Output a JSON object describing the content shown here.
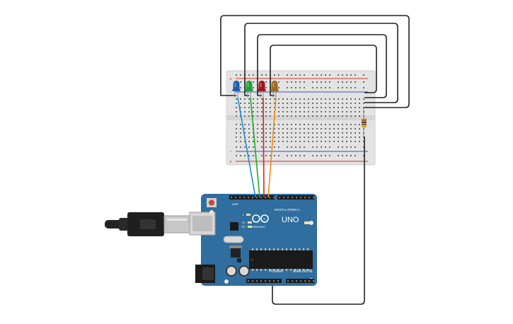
{
  "board": {
    "brand": "ARDUINO",
    "model": "UNO",
    "digital_label": "DIGITAL (PWM~)",
    "power_label": "POWER",
    "analog_label": "ANALOG IN",
    "led_l": "L",
    "led_tx": "TX",
    "led_rx": "RX",
    "aref_label": "AREF",
    "gnd_label": "GND"
  },
  "breadboard": {
    "plus": "+",
    "minus": "-"
  },
  "leds": [
    {
      "color_name": "blue",
      "body": "#1e5fa8",
      "wire": "#1a8fd6"
    },
    {
      "color_name": "green",
      "body": "#1e9e3a",
      "wire": "#22a82a"
    },
    {
      "color_name": "red",
      "body": "#a3141c",
      "wire": "#e02020"
    },
    {
      "color_name": "orange",
      "body": "#9c6a1a",
      "wire": "#f08a10"
    }
  ],
  "colors": {
    "board": "#2f6e9e",
    "breadboard": "#e2e2e2",
    "rail_red": "#d9342b",
    "rail_blue": "#3a56a8",
    "wire_black": "#222222"
  }
}
